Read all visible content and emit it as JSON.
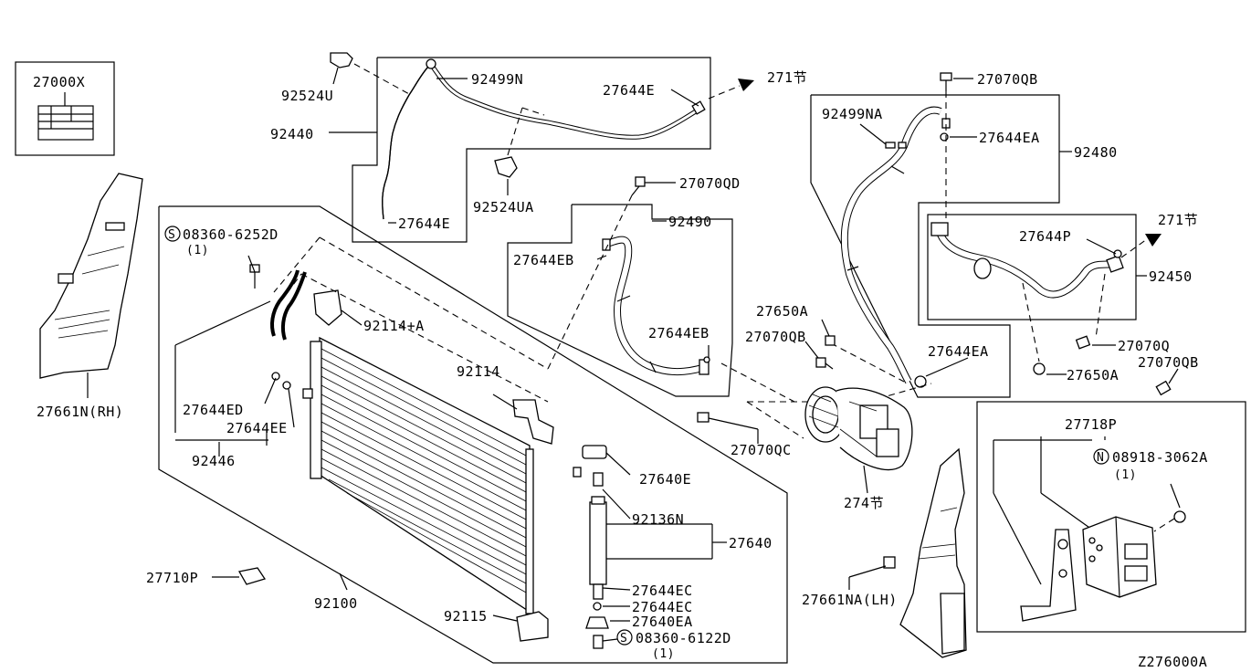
{
  "catalog_code": "Z276000A",
  "labels": {
    "l27000X": "27000X",
    "l92524U": "92524U",
    "l92499N": "92499N",
    "l27644E_top": "27644E",
    "l271_a": "271节",
    "l92440": "92440",
    "l92524UA": "92524UA",
    "l27644E_low": "27644E",
    "l27070QB_top": "27070QB",
    "l92499NA": "92499NA",
    "l27644EA_top": "27644EA",
    "l92480": "92480",
    "l271_b": "271节",
    "l27644P": "27644P",
    "l92450": "92450",
    "l27070QD": "27070QD",
    "l92490": "92490",
    "l27644EB_a": "27644EB",
    "l27644EB_b": "27644EB",
    "l08360_6252D": "08360-6252D",
    "l08360_6252D_qty": "(1)",
    "l92114A": "92114+A",
    "l27650A_a": "27650A",
    "l27070QB_mid": "27070QB",
    "l27644EA_low": "27644EA",
    "l27070Q": "27070Q",
    "l27650A_b": "27650A",
    "l27070QB_r": "27070QB",
    "l27661N_RH": "27661N(RH)",
    "l27644ED": "27644ED",
    "l27644EE": "27644EE",
    "l92446": "92446",
    "l92114": "92114",
    "l27070QC": "27070QC",
    "l27718P": "27718P",
    "l08918_3062A": "08918-3062A",
    "l08918_3062A_qty": "(1)",
    "l27640E": "27640E",
    "l274": "274节",
    "l92136N": "92136N",
    "l27640": "27640",
    "l27710P": "27710P",
    "l92100": "92100",
    "l27644EC_a": "27644EC",
    "l27644EC_b": "27644EC",
    "l27640EA": "27640EA",
    "l92115": "92115",
    "l08360_6122D": "08360-6122D",
    "l08360_6122D_qty": "(1)",
    "l27661NA_LH": "27661NA(LH)"
  },
  "symbols": {
    "screw_S": "S",
    "nut_N": "N"
  }
}
